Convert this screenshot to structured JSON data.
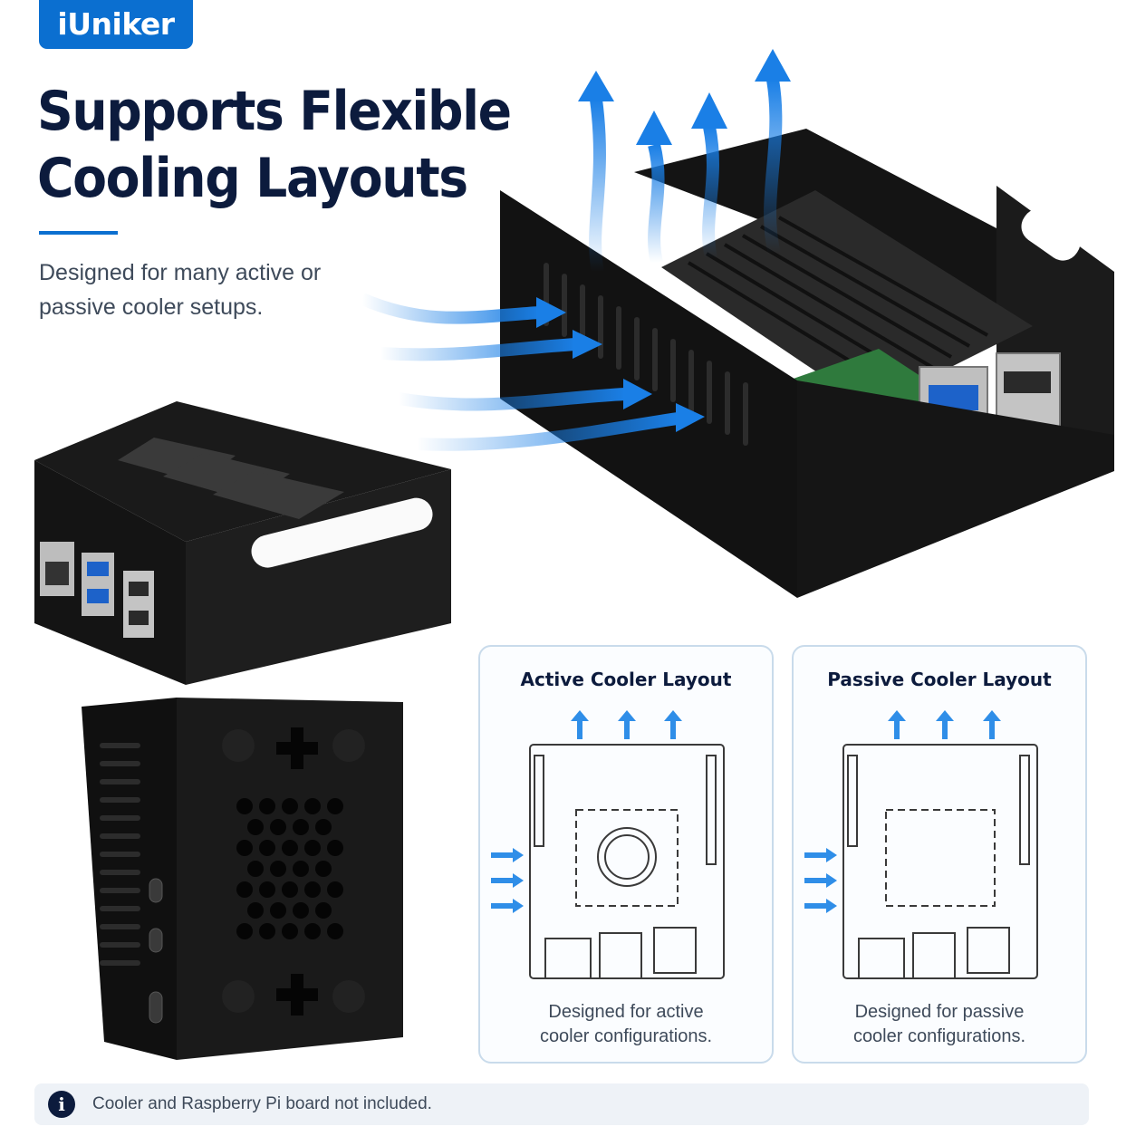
{
  "brand": {
    "name": "iUniker"
  },
  "hero": {
    "title_lines": [
      "Supports Flexible",
      "Cooling Layouts"
    ],
    "subtitle_lines": [
      "Designed for many active or",
      "passive cooler setups."
    ]
  },
  "cards": [
    {
      "title": "Active Cooler Layout",
      "caption_lines": [
        "Designed for active",
        "cooler configurations."
      ]
    },
    {
      "title": "Passive Cooler Layout",
      "caption_lines": [
        "Designed for passive",
        "cooler configurations."
      ]
    }
  ],
  "note": {
    "icon": "info-icon",
    "text": "Cooler and Raspberry Pi board not included."
  },
  "colors": {
    "brand_blue": "#0b6fd0",
    "navy": "#0c1b3d",
    "case_black": "#171717",
    "airflow_blue": "#1a7fe6",
    "diagram_arrow": "#2f8ee8"
  }
}
